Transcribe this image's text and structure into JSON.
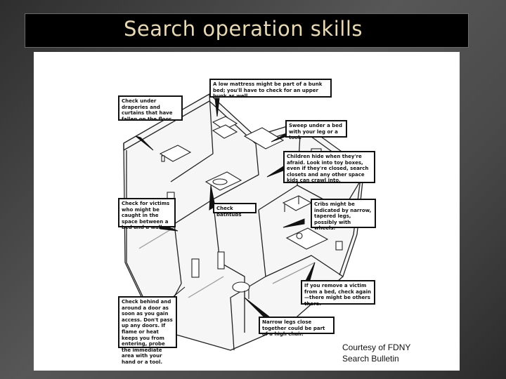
{
  "slide": {
    "title": "Search operation skills"
  },
  "callouts": [
    {
      "id": "mattress",
      "text": "A low mattress might be part of a bunk bed; you'll have to check for an upper bunk as well."
    },
    {
      "id": "draperies",
      "text": "Check under draperies and curtains that have fallen on the floor."
    },
    {
      "id": "sweep",
      "text": "Sweep under a bed with your leg or a tool."
    },
    {
      "id": "children",
      "text": "Children hide when they're afraid. Look into toy boxes, even if they're closed, search closets and any other space kids can crawl into."
    },
    {
      "id": "victims",
      "text": "Check for victims who might be caught in the space between a bed and a wall."
    },
    {
      "id": "bathtubs",
      "text": "Check bathtubs"
    },
    {
      "id": "cribs",
      "text": "Cribs might be indicated by narrow, tapered legs, possibly with wheels."
    },
    {
      "id": "remove",
      "text": "If you remove a victim from a bed, check again—there might be others there."
    },
    {
      "id": "door",
      "text": "Check behind and around a door as soon as you gain access. Don't pass up any doors. If flame or heat keeps you from entering, probe the immediate area with your hand or a tool."
    },
    {
      "id": "legs",
      "text": "Narrow legs close together could be part of a high chair."
    }
  ],
  "credit": {
    "line1": "Courtesy of FDNY",
    "line2": "Search Bulletin"
  }
}
